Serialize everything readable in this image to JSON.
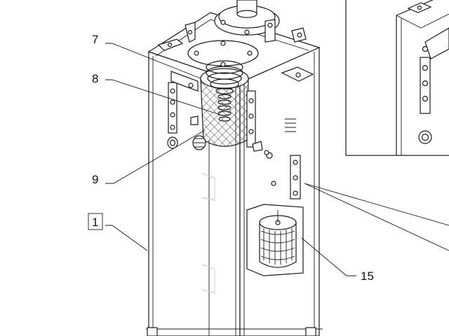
{
  "callouts": {
    "c7": "7",
    "c8": "8",
    "c9": "9",
    "c1": "1",
    "c15": "15"
  }
}
